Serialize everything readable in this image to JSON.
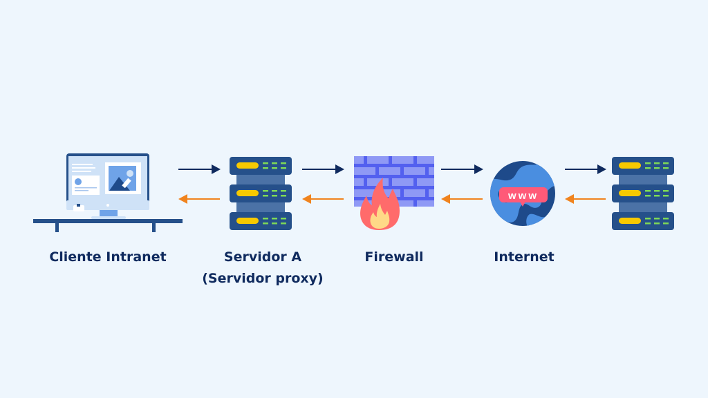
{
  "diagram": {
    "nodes": [
      {
        "id": "client",
        "label": "Cliente Intranet",
        "icon": "desktop-monitor-icon"
      },
      {
        "id": "proxy",
        "label_line1": "Servidor A",
        "label_line2": "(Servidor proxy)",
        "icon": "server-rack-icon"
      },
      {
        "id": "firewall",
        "label": "Firewall",
        "icon": "firewall-brick-flame-icon"
      },
      {
        "id": "internet",
        "label": "Internet",
        "icon": "globe-www-icon",
        "badge_text": "www"
      },
      {
        "id": "remote-server",
        "label": "",
        "icon": "server-rack-icon"
      }
    ],
    "edges": [
      {
        "from": "client",
        "to": "proxy",
        "direction": "request"
      },
      {
        "from": "proxy",
        "to": "client",
        "direction": "response"
      },
      {
        "from": "proxy",
        "to": "firewall",
        "direction": "request"
      },
      {
        "from": "firewall",
        "to": "proxy",
        "direction": "response"
      },
      {
        "from": "firewall",
        "to": "internet",
        "direction": "request"
      },
      {
        "from": "internet",
        "to": "firewall",
        "direction": "response"
      },
      {
        "from": "internet",
        "to": "remote-server",
        "direction": "request"
      },
      {
        "from": "remote-server",
        "to": "internet",
        "direction": "response"
      }
    ],
    "colors": {
      "background": "#eef6fd",
      "label_text": "#0f2a5e",
      "request_arrow": "#0f2a5e",
      "response_arrow": "#f0831e",
      "server_body": "#25508a",
      "server_connector": "#4b72a6",
      "server_light": "#f7c900",
      "server_leds": "#7ed957",
      "wall_brick": "#8f99f5",
      "wall_mortar": "#5360ef",
      "flame_outer": "#ff6b6b",
      "flame_inner": "#ffd987",
      "globe_ocean": "#1e4a8a",
      "globe_land": "#4a8ee0",
      "www_badge": "#ff5a78"
    }
  }
}
